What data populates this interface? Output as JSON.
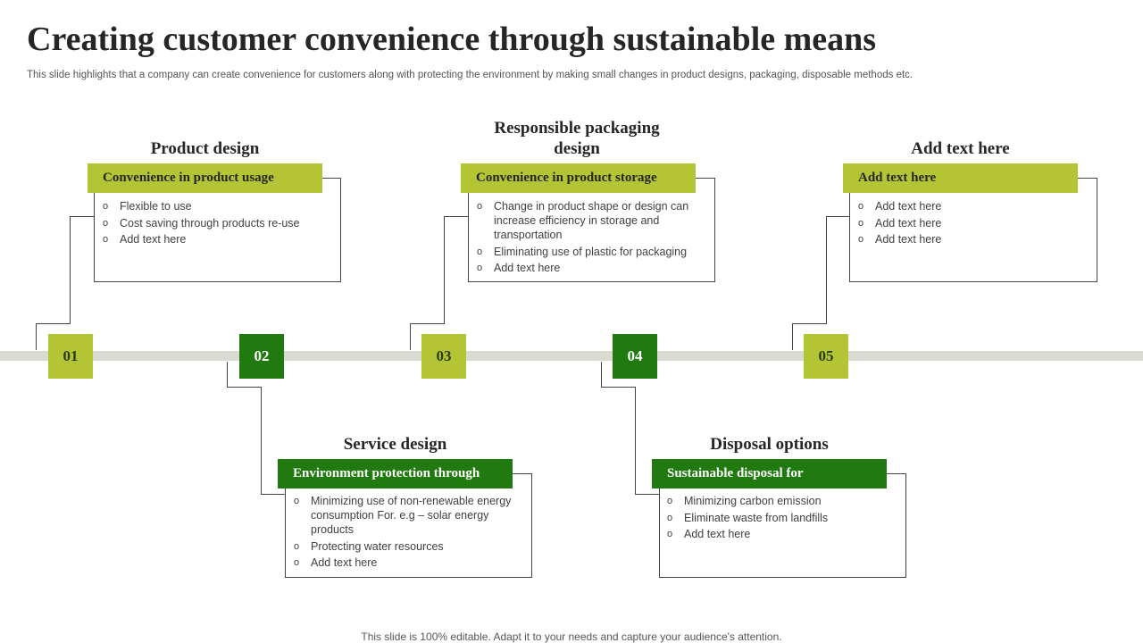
{
  "title": "Creating customer convenience through sustainable means",
  "subtitle": "This slide highlights that a company can create convenience for customers along with protecting the environment by making small changes in product designs, packaging, disposable methods etc.",
  "footer": "This slide is 100% editable. Adapt it to your needs and capture your audience's attention.",
  "colors": {
    "light_green": "#b3c535",
    "dark_green": "#217a10",
    "timeline": "#d9dbd0"
  },
  "steps": [
    {
      "number": "01",
      "heading": "Product design",
      "bar": "Convenience in product usage",
      "items": [
        "Flexible to use",
        "Cost saving through products re-use",
        "Add text here"
      ]
    },
    {
      "number": "02",
      "heading": "Service design",
      "bar": "Environment protection through",
      "items": [
        "Minimizing use of non-renewable energy consumption For. e.g – solar energy products",
        "Protecting water resources",
        "Add text here"
      ]
    },
    {
      "number": "03",
      "heading": "Responsible packaging design",
      "bar": "Convenience in product storage",
      "items": [
        "Change in product shape or design can increase efficiency in storage and transportation",
        "Eliminating use of plastic for packaging",
        "Add text here"
      ]
    },
    {
      "number": "04",
      "heading": "Disposal options",
      "bar": "Sustainable disposal for",
      "items": [
        "Minimizing carbon emission",
        "Eliminate waste from landfills",
        "Add text here"
      ]
    },
    {
      "number": "05",
      "heading": "Add text here",
      "bar": "Add text here",
      "items": [
        "Add text here",
        "Add text here",
        "Add text here"
      ]
    }
  ]
}
